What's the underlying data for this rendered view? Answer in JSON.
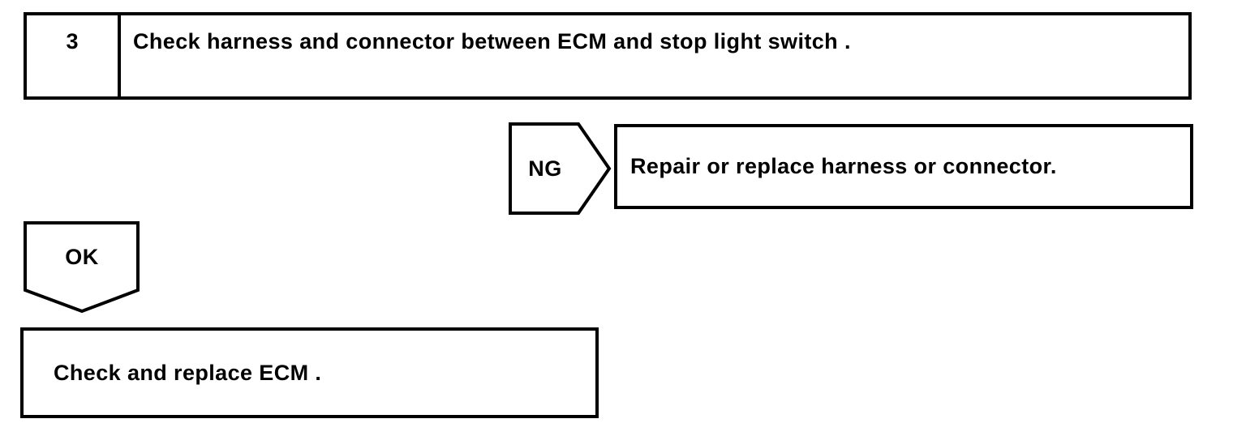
{
  "flowchart": {
    "step_box": {
      "number": "3",
      "instruction": "Check harness and connector between ECM and stop light switch ."
    },
    "ng_branch": {
      "label": "NG",
      "action": "Repair or replace harness or connector."
    },
    "ok_branch": {
      "label": "OK",
      "action": "Check and replace ECM ."
    },
    "colors": {
      "line": "#000000",
      "background": "#ffffff"
    }
  }
}
